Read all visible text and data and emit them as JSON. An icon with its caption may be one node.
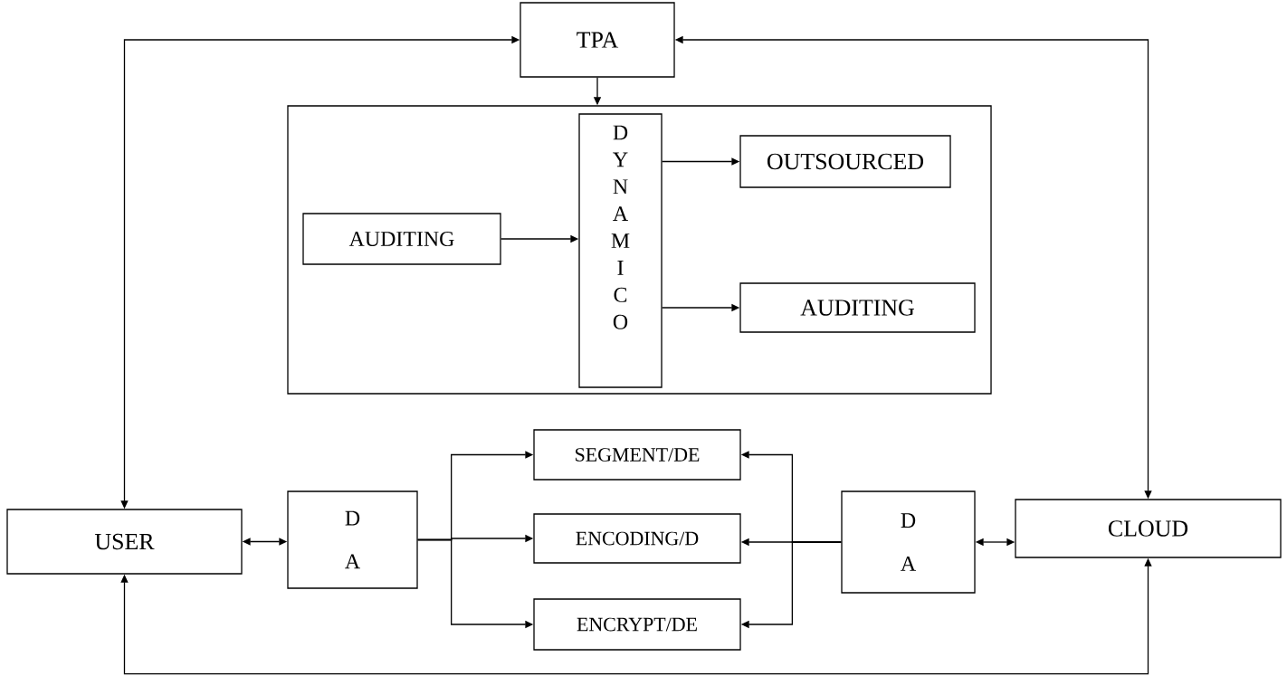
{
  "diagram": {
    "nodes": [
      {
        "text": [
          "TPA"
        ]
      },
      {
        "text": [],
        "shape": "box"
      },
      {
        "text": [
          "AUDITING"
        ],
        "in": 1
      },
      {
        "text": [
          "D Y N A M I C O"
        ],
        "in": 1
      },
      {
        "text": [
          "OUTSOURCED"
        ],
        "in": 1
      },
      {
        "text": [
          "AUDITING"
        ],
        "in": 1
      },
      {
        "text": [
          "USER"
        ]
      },
      {
        "text": [
          "D A"
        ]
      },
      {
        "text": [
          "SEGMENT/DE"
        ]
      },
      {
        "text": [
          "ENCODING/D"
        ]
      },
      {
        "text": [
          "ENCRYPT/DE"
        ]
      },
      {
        "text": [
          "D A"
        ]
      },
      {
        "text": [
          "CLOUD"
        ]
      }
    ],
    "edges": [
      {
        "from": 0,
        "to": 6,
        "arrow": "both"
      },
      {
        "from": 0,
        "to": 12,
        "arrow": "both"
      },
      {
        "from": 0,
        "to": 1,
        "arrow": "to"
      },
      {
        "from": 2,
        "to": 3,
        "arrow": "to"
      },
      {
        "from": 3,
        "to": 4,
        "arrow": "to"
      },
      {
        "from": 3,
        "to": 5,
        "arrow": "to"
      },
      {
        "from": 6,
        "to": 7,
        "arrow": "both"
      },
      {
        "from": 7,
        "to": 8,
        "arrow": "to"
      },
      {
        "from": 7,
        "to": 9,
        "arrow": "to"
      },
      {
        "from": 7,
        "to": 10,
        "arrow": "to"
      },
      {
        "from": 11,
        "to": 8,
        "arrow": "to"
      },
      {
        "from": 11,
        "to": 9,
        "arrow": "to"
      },
      {
        "from": 11,
        "to": 10,
        "arrow": "to"
      },
      {
        "from": 11,
        "to": 12,
        "arrow": "both"
      },
      {
        "from": 6,
        "to": 12,
        "arrow": "both"
      }
    ]
  }
}
